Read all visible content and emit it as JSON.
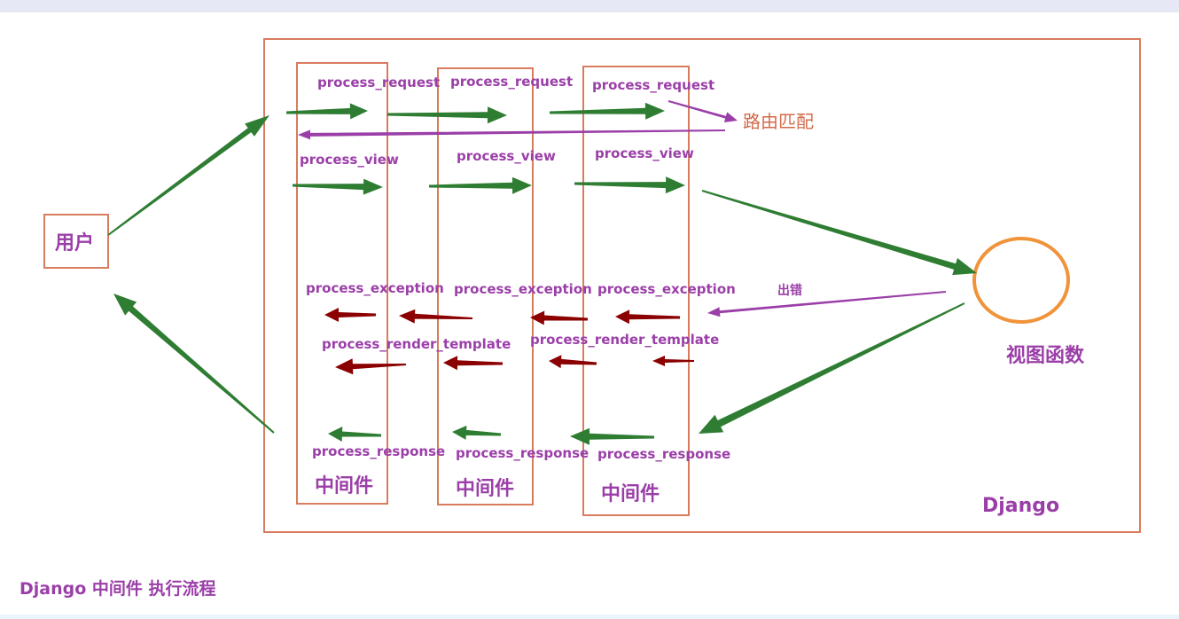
{
  "user_label": "用户",
  "django_label": "Django",
  "view_label": "视图函数",
  "route_label": "路由匹配",
  "error_label": "出错",
  "middleware_label": "中间件",
  "caption": "Django 中间件 执行流程",
  "stages": {
    "request": "process_request",
    "view": "process_view",
    "exception": "process_exception",
    "render_template": "process_render_template",
    "response": "process_response"
  },
  "colors": {
    "box_border": "#d97c5e",
    "forward_arrow": "#2e7d32",
    "error_arrow": "#8b0000",
    "route_arrow": "#9b3fa8",
    "text": "#9b3fa8",
    "route_text": "#d46a4a",
    "view_circle": "#f0933a"
  }
}
